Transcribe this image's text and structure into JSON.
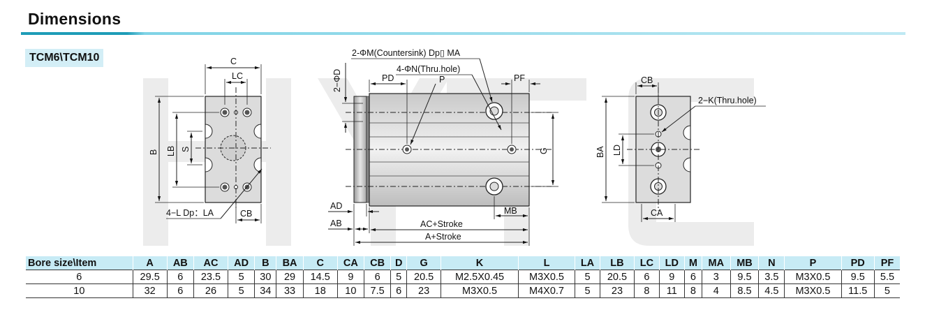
{
  "section_title": "Dimensions",
  "model_label": "TCM6\\TCM10",
  "watermark": "HYTC",
  "labels": {
    "front": {
      "c": "C",
      "lc": "LC",
      "b": "B",
      "lb": "LB",
      "s": "S",
      "ld_la": "4−L Dp：LA",
      "cb": "CB"
    },
    "side": {
      "m_note": "2-ΦM(Countersink) Dp▯  MA",
      "n_note": "4-ΦN(Thru.hole)",
      "d": "2−ΦD",
      "pd": "PD",
      "p": "P",
      "pf": "PF",
      "g": "G",
      "ad": "AD",
      "ab": "AB",
      "mb": "MB",
      "ac_stroke": "AC+Stroke",
      "a_stroke": "A+Stroke"
    },
    "end": {
      "cb": "CB",
      "k_note": "2−K(Thru.hole)",
      "ba": "BA",
      "ld": "LD",
      "ca": "CA"
    }
  },
  "table": {
    "headers": [
      "Bore size\\Item",
      "A",
      "AB",
      "AC",
      "AD",
      "B",
      "BA",
      "C",
      "CA",
      "CB",
      "D",
      "G",
      "K",
      "L",
      "LA",
      "LB",
      "LC",
      "LD",
      "M",
      "MA",
      "MB",
      "N",
      "P",
      "PD",
      "PF"
    ],
    "rows": [
      [
        "6",
        "29.5",
        "6",
        "23.5",
        "5",
        "30",
        "29",
        "14.5",
        "9",
        "6",
        "5",
        "20.5",
        "M2.5X0.45",
        "M3X0.5",
        "5",
        "20.5",
        "6",
        "9",
        "6",
        "3",
        "9.5",
        "3.5",
        "M3X0.5",
        "9.5",
        "5.5"
      ],
      [
        "10",
        "32",
        "6",
        "26",
        "5",
        "34",
        "33",
        "18",
        "10",
        "7.5",
        "6",
        "23",
        "M3X0.5",
        "M4X0.7",
        "5",
        "23",
        "8",
        "11",
        "8",
        "4",
        "8.5",
        "4.5",
        "M3X0.5",
        "11.5",
        "5"
      ]
    ]
  }
}
